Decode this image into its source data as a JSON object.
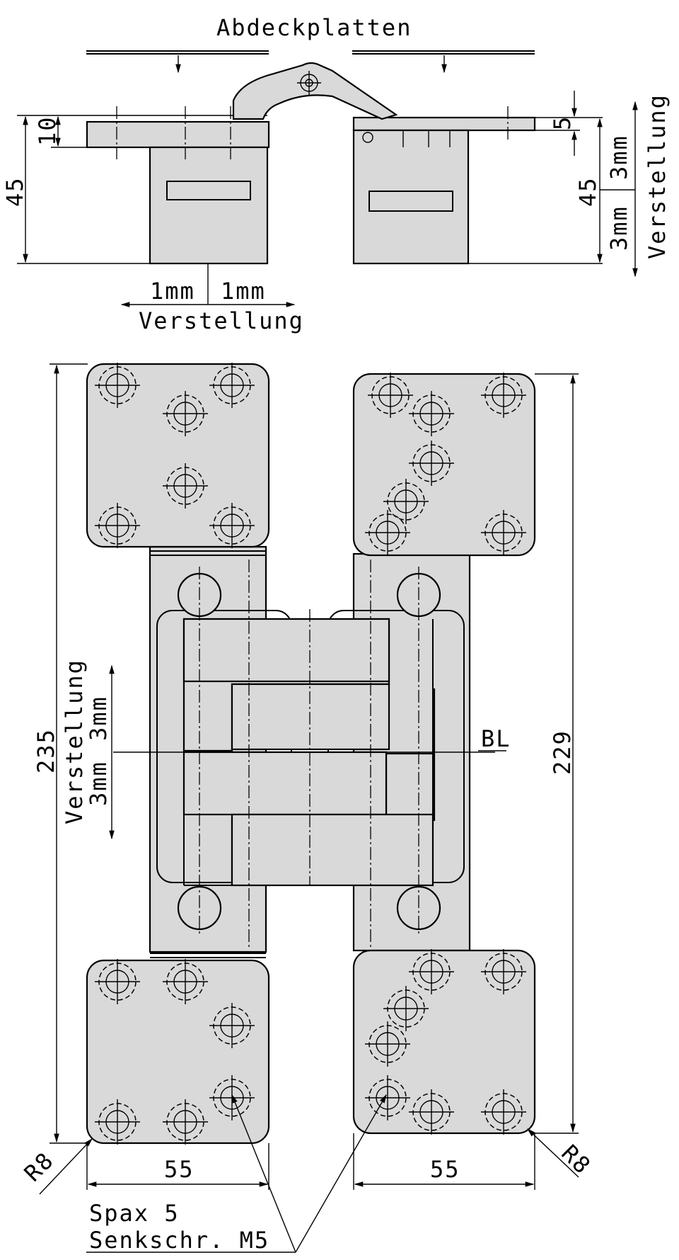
{
  "labels": {
    "cover_plates": "Abdeckplatten",
    "adjust_word": "Verstellung",
    "one_mm": "1mm",
    "three_mm": "3mm",
    "five": "5",
    "ten": "10",
    "forty_five": "45",
    "height_left": "235",
    "height_right": "229",
    "width": "55",
    "radius": "R8",
    "bl": "BL",
    "screw_line1": "Spax 5",
    "screw_line2": "Senkschr. M5"
  }
}
